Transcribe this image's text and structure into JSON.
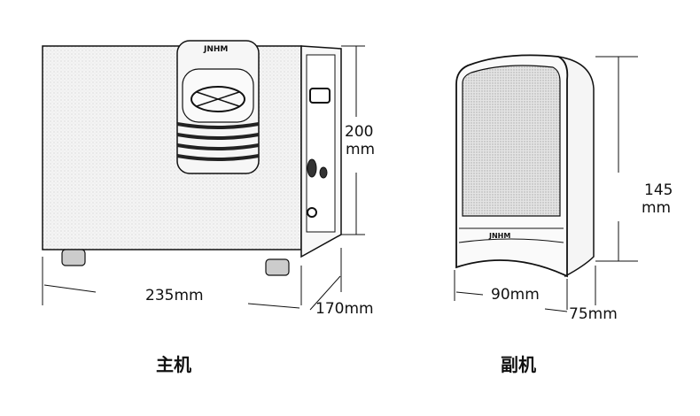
{
  "main_unit": {
    "caption": "主机",
    "height_value": "200",
    "height_unit": "mm",
    "width": "235mm",
    "depth": "170mm"
  },
  "satellite": {
    "caption": "副机",
    "height_value": "145",
    "height_unit": "mm",
    "width": "90mm",
    "depth": "75mm"
  },
  "colors": {
    "line": "#111111",
    "panel": "#f2f2f2",
    "grille": "#d8d8d8"
  }
}
